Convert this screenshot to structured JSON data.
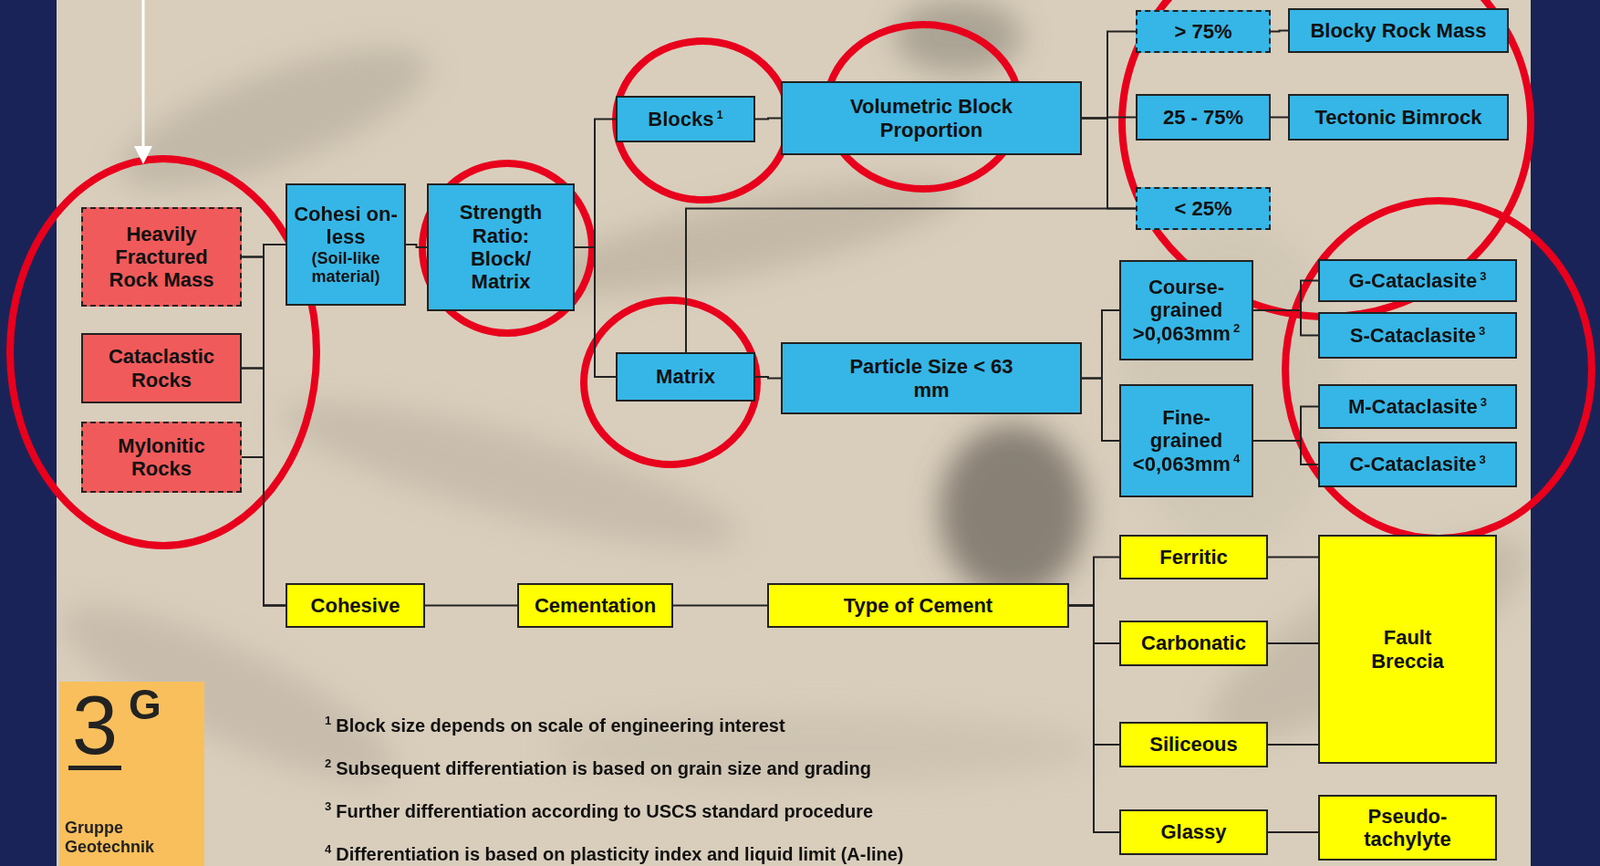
{
  "diagram": {
    "nodes": [
      {
        "text": [
          "Heavily Fractured Rock Mass"
        ]
      },
      {
        "text": [
          "Cataclastic Rocks"
        ]
      },
      {
        "text": [
          "Mylonitic Rocks"
        ]
      },
      {
        "text": [
          "Cohesi on-less",
          "(Soil-like material)"
        ]
      },
      {
        "text": [
          "Strength Ratio: Block/ Matrix"
        ]
      },
      {
        "text": [
          "Blocks",
          "1"
        ]
      },
      {
        "text": [
          "Volumetric Block Proportion"
        ]
      },
      {
        "text": [
          "> 75%"
        ]
      },
      {
        "text": [
          "Blocky Rock Mass"
        ]
      },
      {
        "text": [
          "25 - 75%"
        ]
      },
      {
        "text": [
          "Tectonic Bimrock"
        ]
      },
      {
        "text": [
          "< 25%"
        ]
      },
      {
        "text": [
          "Matrix"
        ]
      },
      {
        "text": [
          "Particle Size < 63 mm"
        ]
      },
      {
        "text": [
          "Course-grained >0,063mm",
          "2"
        ]
      },
      {
        "text": [
          "Fine-grained <0,063mm",
          "4"
        ]
      },
      {
        "text": [
          "G-Cataclasite",
          "3"
        ]
      },
      {
        "text": [
          "S-Cataclasite",
          "3"
        ]
      },
      {
        "text": [
          "M-Cataclasite",
          "3"
        ]
      },
      {
        "text": [
          "C-Cataclasite",
          "3"
        ]
      },
      {
        "text": [
          "Cohesive"
        ]
      },
      {
        "text": [
          "Cementation"
        ]
      },
      {
        "text": [
          "Type of Cement"
        ]
      },
      {
        "text": [
          "Ferritic"
        ]
      },
      {
        "text": [
          "Carbonatic"
        ]
      },
      {
        "text": [
          "Siliceous"
        ]
      },
      {
        "text": [
          "Glassy"
        ]
      },
      {
        "text": [
          "Fault Breccia"
        ]
      },
      {
        "text": [
          "Pseudo-tachylyte"
        ]
      },
      {
        "text": [
          "3",
          "G",
          "Gruppe Geotechnik"
        ]
      }
    ],
    "edges": [
      {
        "from": 0,
        "to": 3,
        "arrow": "none"
      },
      {
        "from": 0,
        "to": 20,
        "arrow": "none"
      },
      {
        "from": 1,
        "to": 3,
        "arrow": "none"
      },
      {
        "from": 1,
        "to": 20,
        "arrow": "none"
      },
      {
        "from": 2,
        "to": 3,
        "arrow": "none"
      },
      {
        "from": 2,
        "to": 20,
        "arrow": "none"
      },
      {
        "from": 3,
        "to": 4,
        "arrow": "none"
      },
      {
        "from": 4,
        "to": 5,
        "arrow": "none"
      },
      {
        "from": 4,
        "to": 12,
        "arrow": "none"
      },
      {
        "from": 5,
        "to": 6,
        "arrow": "none"
      },
      {
        "from": 6,
        "to": 7,
        "arrow": "none"
      },
      {
        "from": 6,
        "to": 9,
        "arrow": "none"
      },
      {
        "from": 6,
        "to": 11,
        "arrow": "none"
      },
      {
        "from": 11,
        "to": 12,
        "arrow": "none"
      },
      {
        "from": 7,
        "to": 8,
        "arrow": "none"
      },
      {
        "from": 9,
        "to": 10,
        "arrow": "none"
      },
      {
        "from": 12,
        "to": 13,
        "arrow": "none"
      },
      {
        "from": 13,
        "to": 14,
        "arrow": "none"
      },
      {
        "from": 13,
        "to": 15,
        "arrow": "none"
      },
      {
        "from": 14,
        "to": 16,
        "arrow": "none"
      },
      {
        "from": 14,
        "to": 17,
        "arrow": "none"
      },
      {
        "from": 15,
        "to": 18,
        "arrow": "none"
      },
      {
        "from": 15,
        "to": 19,
        "arrow": "none"
      },
      {
        "from": 20,
        "to": 21,
        "arrow": "none"
      },
      {
        "from": 21,
        "to": 22,
        "arrow": "none"
      },
      {
        "from": 22,
        "to": 23,
        "arrow": "none"
      },
      {
        "from": 22,
        "to": 24,
        "arrow": "none"
      },
      {
        "from": 22,
        "to": 25,
        "arrow": "none"
      },
      {
        "from": 22,
        "to": 26,
        "arrow": "none"
      },
      {
        "from": 23,
        "to": 27,
        "arrow": "none"
      },
      {
        "from": 24,
        "to": 27,
        "arrow": "none"
      },
      {
        "from": 25,
        "to": 27,
        "arrow": "none"
      },
      {
        "from": 26,
        "to": 28,
        "arrow": "none"
      }
    ],
    "labels": [
      "1",
      "Block size depends on scale of engineering interest",
      "2",
      "Subsequent differentiation is based on grain size and grading",
      "3",
      "Further differentiation according to USCS standard procedure",
      "4",
      "Differentiation is based on plasticity index and liquid limit (A-line)"
    ]
  }
}
